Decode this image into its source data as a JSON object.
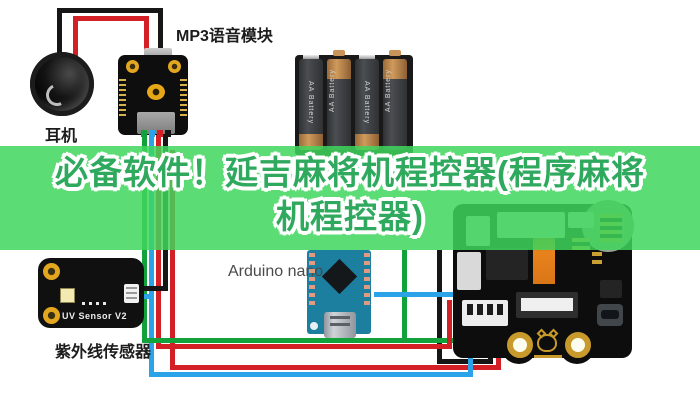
{
  "banner": {
    "line1": "必备软件！延吉麻将机程控器(程序麻将",
    "line2": "机程控器)",
    "bg_color": "#40d65d",
    "text_color": "#2fa95e",
    "outline_color": "#ffffff"
  },
  "labels": {
    "mp3_module": "MP3语音模块",
    "earphone": "耳机",
    "uv_sensor": "紫外线传感器",
    "arduino": "Arduino nano",
    "uv_board_text": "UV Sensor V2"
  },
  "batteries": [
    {
      "label": "AA Battery"
    },
    {
      "label": "AA Battery"
    },
    {
      "label": "AA Battery"
    },
    {
      "label": "AA Battery"
    }
  ],
  "wire_colors": {
    "red": "#d32027",
    "black": "#161616",
    "blue": "#2ba3e8",
    "green": "#12a23c"
  }
}
